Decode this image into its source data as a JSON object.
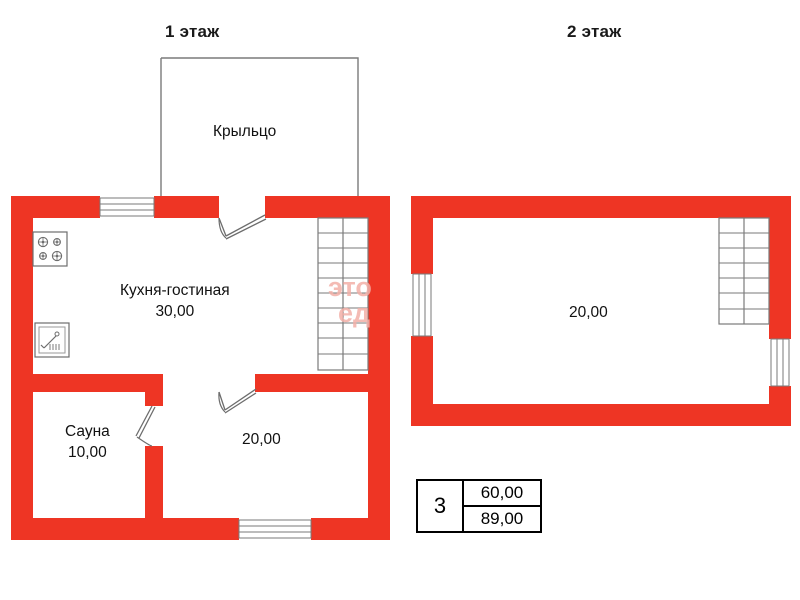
{
  "plan": {
    "floor1": {
      "title": "1 этаж",
      "porch": {
        "label": "Крыльцо"
      },
      "rooms": [
        {
          "name": "Кухня-гостиная",
          "area": "30,00"
        },
        {
          "name": "Сауна",
          "area": "10,00"
        },
        {
          "name": "",
          "area": "20,00"
        }
      ]
    },
    "floor2": {
      "title": "2 этаж",
      "rooms": [
        {
          "name": "",
          "area": "20,00"
        }
      ]
    },
    "legend": {
      "rooms_count": "3",
      "living_area": "60,00",
      "total_area": "89,00"
    },
    "watermark": {
      "line1": "это",
      "line2": "ед"
    },
    "colors": {
      "wall": "#ee3524",
      "outline": "#7a7a7a",
      "text": "#111111",
      "watermark": "#f3b0a8"
    },
    "icons": {
      "stove": "stove-icon",
      "boiler": "boiler-icon"
    }
  }
}
